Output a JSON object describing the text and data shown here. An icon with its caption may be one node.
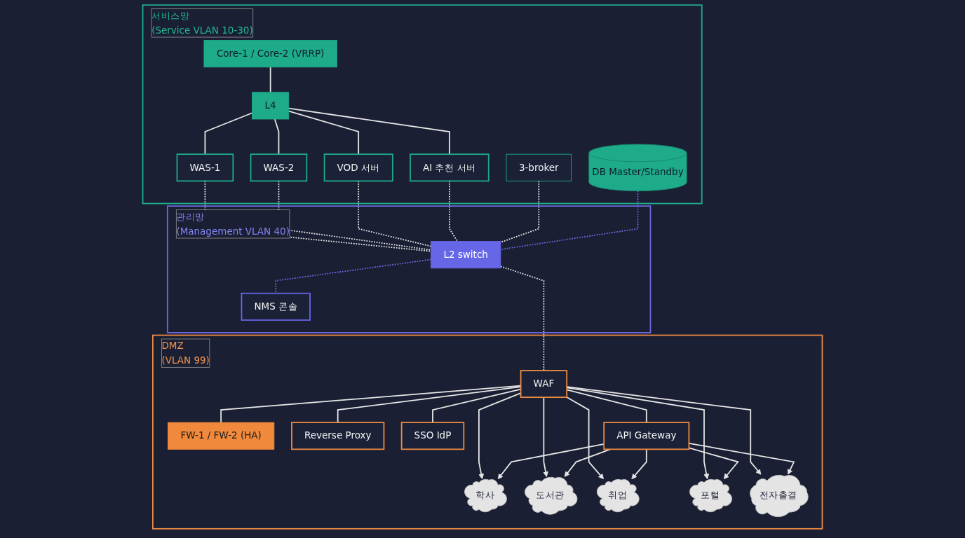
{
  "diagram": {
    "nodes": [
      {
        "text": [
          "서비스망",
          "(Service VLAN 10-30)"
        ]
      },
      {
        "text": [
          "Core-1 / Core-2 (VRRP)"
        ],
        "in": 0
      },
      {
        "text": [
          "L4"
        ],
        "in": 0
      },
      {
        "text": [
          "WAS-1"
        ],
        "in": 0
      },
      {
        "text": [
          "WAS-2"
        ],
        "in": 0
      },
      {
        "text": [
          "VOD 서버"
        ],
        "in": 0
      },
      {
        "text": [
          "AI 추천 서버"
        ],
        "in": 0
      },
      {
        "text": [
          "3-broker"
        ],
        "in": 0
      },
      {
        "text": [
          "DB Master/Standby"
        ],
        "in": 0
      },
      {
        "text": [
          "관리망",
          "(Management VLAN 40)"
        ]
      },
      {
        "text": [
          "L2 switch"
        ],
        "in": 9
      },
      {
        "text": [
          "NMS 콘솔"
        ],
        "in": 9
      },
      {
        "text": [
          "DMZ",
          "(VLAN 99)"
        ]
      },
      {
        "text": [
          "FW-1 / FW-2 (HA)"
        ],
        "in": 12
      },
      {
        "text": [
          "WAF"
        ],
        "in": 12
      },
      {
        "text": [
          "Reverse Proxy"
        ],
        "in": 12
      },
      {
        "text": [
          "SSO IdP"
        ],
        "in": 12
      },
      {
        "text": [
          "API Gateway"
        ],
        "in": 12
      },
      {
        "text": [
          "학사"
        ],
        "in": 12
      },
      {
        "text": [
          "도서관"
        ],
        "in": 12
      },
      {
        "text": [
          "취업"
        ],
        "in": 12
      },
      {
        "text": [
          "포털"
        ],
        "in": 12
      },
      {
        "text": [
          "전자출결"
        ],
        "in": 12
      }
    ],
    "edges": [
      {
        "from": 1,
        "to": 2,
        "arrow": "none"
      },
      {
        "from": 2,
        "to": 3,
        "arrow": "none"
      },
      {
        "from": 2,
        "to": 4,
        "arrow": "none"
      },
      {
        "from": 2,
        "to": 5,
        "arrow": "none"
      },
      {
        "from": 2,
        "to": 6,
        "arrow": "none"
      },
      {
        "from": 3,
        "to": 10,
        "arrow": "none",
        "style": "dashed"
      },
      {
        "from": 4,
        "to": 10,
        "arrow": "none",
        "style": "dashed"
      },
      {
        "from": 5,
        "to": 10,
        "arrow": "none",
        "style": "dashed"
      },
      {
        "from": 6,
        "to": 10,
        "arrow": "none",
        "style": "dashed"
      },
      {
        "from": 7,
        "to": 10,
        "arrow": "none",
        "style": "dashed"
      },
      {
        "from": 8,
        "to": 10,
        "arrow": "none",
        "style": "dashed",
        "color": "#6a6ae0"
      },
      {
        "from": 10,
        "to": 11,
        "arrow": "none",
        "style": "dashed",
        "color": "#6a6ae0"
      },
      {
        "from": 10,
        "to": 14,
        "arrow": "none",
        "style": "dashed"
      },
      {
        "from": 14,
        "to": 13,
        "arrow": "none"
      },
      {
        "from": 14,
        "to": 15,
        "arrow": "none"
      },
      {
        "from": 14,
        "to": 16,
        "arrow": "none"
      },
      {
        "from": 14,
        "to": 17,
        "arrow": "none"
      },
      {
        "from": 14,
        "to": 18,
        "arrow": "to"
      },
      {
        "from": 14,
        "to": 19,
        "arrow": "to"
      },
      {
        "from": 14,
        "to": 20,
        "arrow": "to"
      },
      {
        "from": 14,
        "to": 21,
        "arrow": "to"
      },
      {
        "from": 14,
        "to": 22,
        "arrow": "to"
      },
      {
        "from": 17,
        "to": 18,
        "arrow": "to"
      },
      {
        "from": 17,
        "to": 19,
        "arrow": "to"
      },
      {
        "from": 17,
        "to": 20,
        "arrow": "to"
      },
      {
        "from": 17,
        "to": 21,
        "arrow": "to"
      },
      {
        "from": 17,
        "to": 22,
        "arrow": "to"
      }
    ]
  }
}
